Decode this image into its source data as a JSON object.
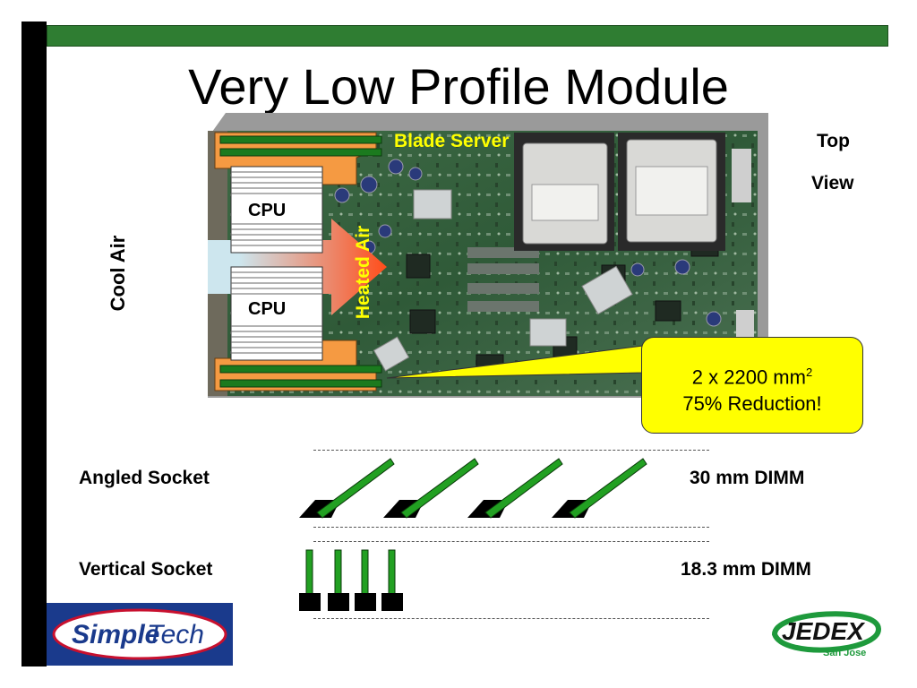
{
  "slide": {
    "title": "Very Low Profile Module",
    "top_view": [
      "Top",
      "View"
    ],
    "blade_server": "Blade Server",
    "cool_air": "Cool Air",
    "heated_air": "Heated Air",
    "cpu_labels": [
      "CPU",
      "CPU"
    ],
    "callout": {
      "line1": "2 x 2200 mm",
      "sup": "2",
      "line2": "75% Reduction!"
    },
    "rows": [
      {
        "label": "Angled Socket",
        "dimm": "30 mm DIMM"
      },
      {
        "label": "Vertical Socket",
        "dimm": "18.3 mm DIMM"
      }
    ]
  },
  "logos": {
    "simpletech": [
      "Simple",
      "Tech"
    ],
    "jedex": {
      "name": "JEDEX",
      "sub": "San Jose"
    }
  },
  "colors": {
    "bar_green": "#2f7d32",
    "callout_yellow": "#ffff00",
    "dimm_green": "#22a022",
    "orange": "#f59a42"
  }
}
